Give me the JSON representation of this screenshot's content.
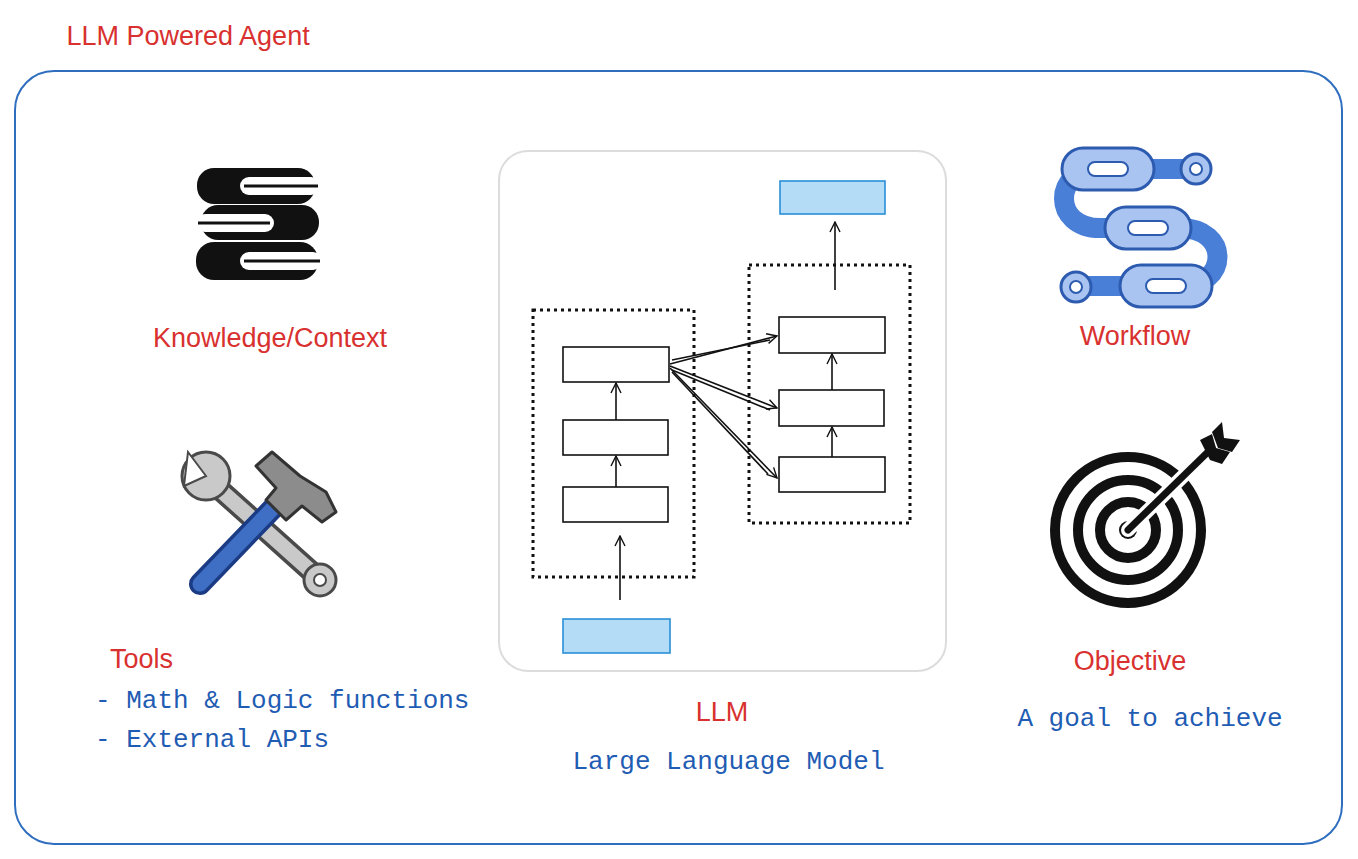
{
  "diagram": {
    "nodes": [
      {
        "text": [
          "LLM Powered Agent"
        ]
      },
      {
        "text": [
          "LLM",
          "Large Language Model"
        ],
        "in": 0
      }
    ],
    "labels": [
      "Knowledge/Context",
      "Tools",
      "- Math & Logic functions",
      "- External APIs",
      "Workflow",
      "Objective",
      "A goal to achieve"
    ]
  }
}
